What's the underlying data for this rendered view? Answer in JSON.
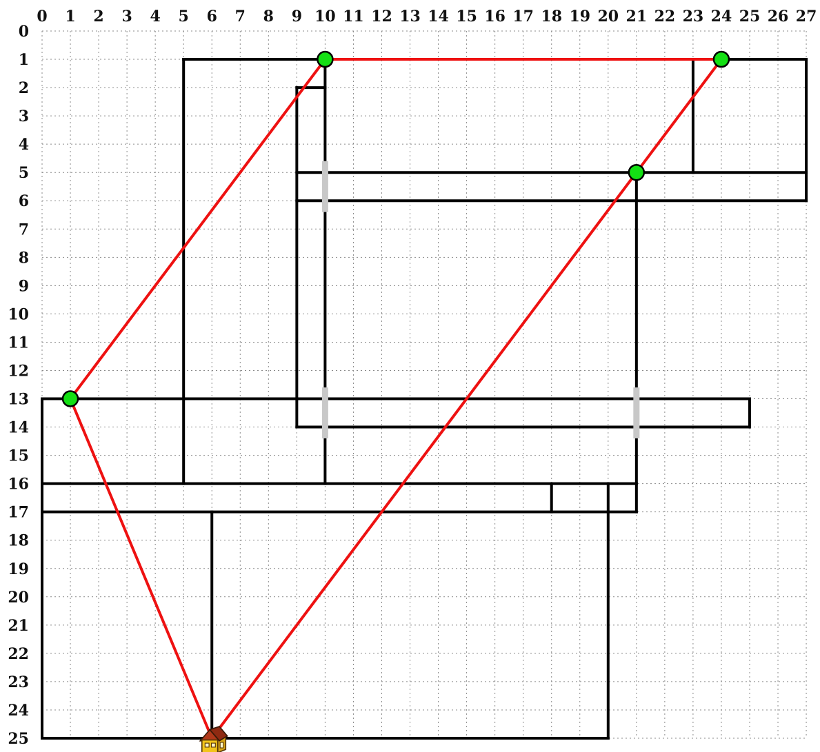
{
  "grid": {
    "x_labels": [
      "0",
      "1",
      "2",
      "3",
      "4",
      "5",
      "6",
      "7",
      "8",
      "9",
      "10",
      "11",
      "12",
      "13",
      "14",
      "15",
      "16",
      "17",
      "18",
      "19",
      "20",
      "21",
      "22",
      "23",
      "24",
      "25",
      "26",
      "27"
    ],
    "y_labels": [
      "0",
      "1",
      "2",
      "3",
      "4",
      "5",
      "6",
      "7",
      "8",
      "9",
      "10",
      "11",
      "12",
      "13",
      "14",
      "15",
      "16",
      "17",
      "18",
      "19",
      "20",
      "21",
      "22",
      "23",
      "24",
      "25"
    ]
  },
  "colors": {
    "wall": "#000000",
    "route": "#ee1111",
    "stop": "#14e014",
    "door": "#c8c8c8",
    "grid": "#8a8a8a"
  },
  "walls": [
    [
      [
        5,
        1
      ],
      [
        27,
        1
      ]
    ],
    [
      [
        27,
        1
      ],
      [
        27,
        6
      ]
    ],
    [
      [
        23,
        1
      ],
      [
        23,
        5
      ]
    ],
    [
      [
        9,
        5
      ],
      [
        27,
        5
      ]
    ],
    [
      [
        9,
        6
      ],
      [
        27,
        6
      ]
    ],
    [
      [
        5,
        1
      ],
      [
        5,
        16
      ]
    ],
    [
      [
        9,
        2
      ],
      [
        10,
        2
      ]
    ],
    [
      [
        9,
        2
      ],
      [
        9,
        14
      ]
    ],
    [
      [
        10,
        1
      ],
      [
        10,
        16
      ]
    ],
    [
      [
        21,
        5
      ],
      [
        21,
        17
      ]
    ],
    [
      [
        0,
        13
      ],
      [
        25,
        13
      ]
    ],
    [
      [
        9,
        14
      ],
      [
        25,
        14
      ]
    ],
    [
      [
        25,
        13
      ],
      [
        25,
        14
      ]
    ],
    [
      [
        0,
        16
      ],
      [
        21,
        16
      ]
    ],
    [
      [
        0,
        17
      ],
      [
        21,
        17
      ]
    ],
    [
      [
        18,
        16
      ],
      [
        18,
        17
      ]
    ],
    [
      [
        20,
        16
      ],
      [
        20,
        25
      ]
    ],
    [
      [
        6,
        17
      ],
      [
        6,
        25
      ]
    ],
    [
      [
        0,
        13
      ],
      [
        0,
        25
      ]
    ],
    [
      [
        0,
        25
      ],
      [
        20,
        25
      ]
    ]
  ],
  "doors": [
    [
      [
        10,
        4.6
      ],
      [
        10,
        6.4
      ]
    ],
    [
      [
        10,
        12.6
      ],
      [
        10,
        14.4
      ]
    ],
    [
      [
        21,
        12.6
      ],
      [
        21,
        14.4
      ]
    ]
  ],
  "route": [
    [
      6,
      25
    ],
    [
      1,
      13
    ],
    [
      10,
      1
    ],
    [
      24,
      1
    ],
    [
      21,
      5
    ],
    [
      6,
      25
    ]
  ],
  "stops": [
    [
      10,
      1
    ],
    [
      24,
      1
    ],
    [
      21,
      5
    ],
    [
      1,
      13
    ]
  ],
  "home": {
    "icon": "house-icon",
    "at": [
      6,
      25
    ]
  }
}
